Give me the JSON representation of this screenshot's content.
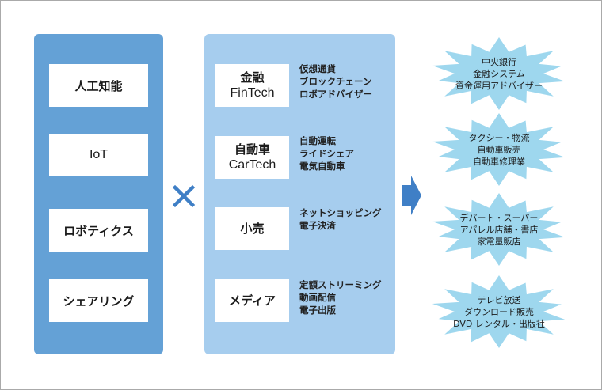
{
  "technologies": [
    {
      "label": "人工知能"
    },
    {
      "label": "IoT"
    },
    {
      "label": "ロボティクス"
    },
    {
      "label": "シェアリング"
    }
  ],
  "operator": {
    "icon": "multiply-icon"
  },
  "industries": [
    {
      "name": "金融",
      "english": "FinTech",
      "items": [
        "仮想通貨",
        "ブロックチェーン",
        "ロボアドバイザー"
      ]
    },
    {
      "name": "自動車",
      "english": "CarTech",
      "items": [
        "自動運転",
        "ライドシェア",
        "電気自動車"
      ]
    },
    {
      "name": "小売",
      "english": "",
      "items": [
        "ネットショッピング",
        "電子決済"
      ]
    },
    {
      "name": "メディア",
      "english": "",
      "items": [
        "定額ストリーミング",
        "動画配信",
        "電子出版"
      ]
    }
  ],
  "result_arrow": {
    "icon": "arrow-right-icon"
  },
  "impacts": [
    {
      "lines": [
        "中央銀行",
        "金融システム",
        "資金運用アドバイザー"
      ]
    },
    {
      "lines": [
        "タクシー・物流",
        "自動車販売",
        "自動車修理業"
      ]
    },
    {
      "lines": [
        "デパート・スーパー",
        "アパレル店舗・書店",
        "家電量販店"
      ]
    },
    {
      "lines": [
        "テレビ放送",
        "ダウンロード販売",
        "DVD レンタル・出版社"
      ]
    }
  ],
  "colors": {
    "left_panel": "#64a1d6",
    "mid_panel": "#a6cdee",
    "accent": "#3f7fc6",
    "burst": "#9ed7ee"
  }
}
